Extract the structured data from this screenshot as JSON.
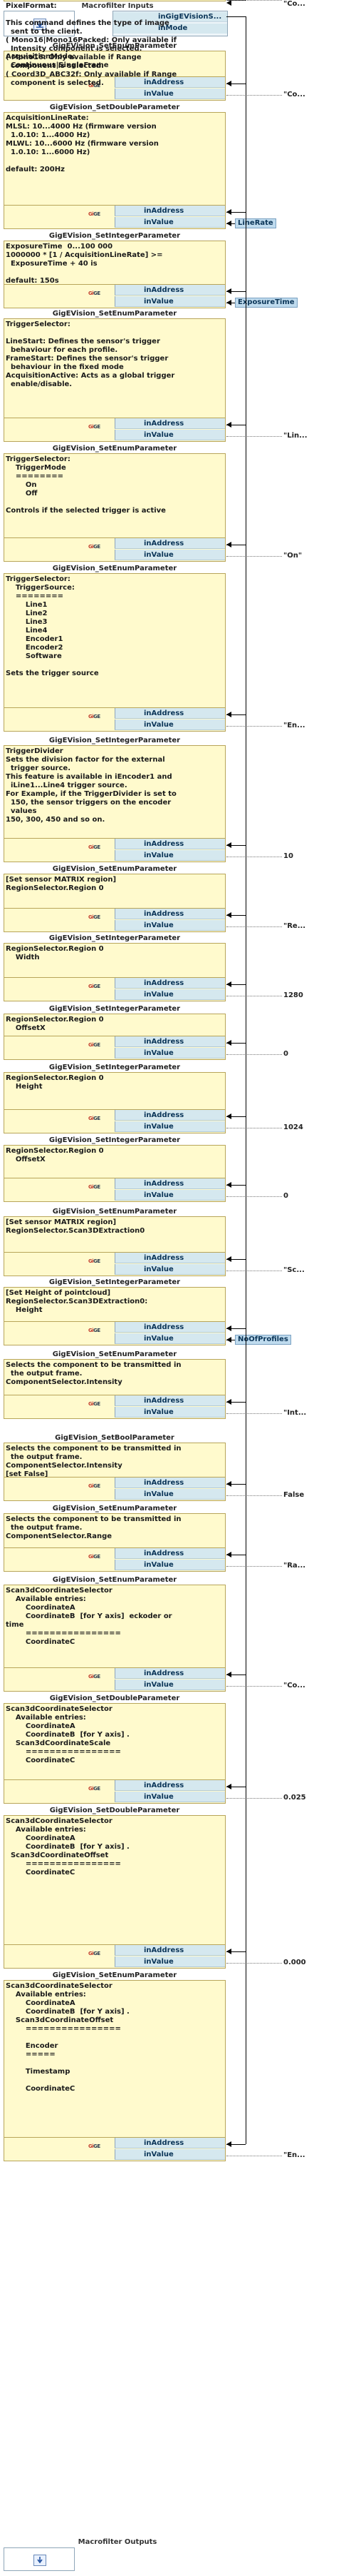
{
  "inputs": {
    "header": "Macrofilter Inputs",
    "params": [
      "inGigEVisionS...",
      "inMode"
    ]
  },
  "outputs": {
    "header": "Macrofilter Outputs"
  },
  "port_labels": {
    "in_address": "inAddress",
    "in_value": "inValue"
  },
  "logo_text": "GIGE",
  "nodes": [
    {
      "title": "GigEVision_SetEnumParameter",
      "desc": "AcquisitionMode:\n  Continuous|SingleFrame",
      "out": "\"Co..."
    },
    {
      "title": "GigEVision_SetDoubleParameter",
      "desc": "AcquisitionLineRate:\nMLSL: 10...4000 Hz (firmware version\n  1.0.10: 1...4000 Hz)\nMLWL: 10...6000 Hz (firmware version\n  1.0.10: 1...6000 Hz)\n\ndefault: 200Hz",
      "tag": "LineRate"
    },
    {
      "title": "GigEVision_SetIntegerParameter",
      "desc": "ExposureTime  0...100 000\n1000000 * [1 / AcquisitionLineRate] >=\n  ExposureTime + 40 is\n\ndefault: 150s",
      "tag": "ExposureTime"
    },
    {
      "title": "GigEVision_SetEnumParameter",
      "desc": "TriggerSelector:\n\nLineStart: Defines the sensor's trigger\n  behaviour for each profile.\nFrameStart: Defines the sensor's trigger\n  behaviour in the fixed mode\nAcquisitionActive: Acts as a global trigger\n  enable/disable.",
      "out": "\"Lin..."
    },
    {
      "title": "GigEVision_SetEnumParameter",
      "desc": "TriggerSelector:\n    TriggerMode\n    ========\n        On\n        Off\n\nControls if the selected trigger is active",
      "out": "\"On\""
    },
    {
      "title": "GigEVision_SetEnumParameter",
      "desc": "TriggerSelector:\n    TriggerSource:\n    ========\n        Line1\n        Line2\n        Line3\n        Line4\n        Encoder1\n        Encoder2\n        Software\n\nSets the trigger source",
      "out": "\"En..."
    },
    {
      "title": "GigEVision_SetIntegerParameter",
      "desc": "TriggerDivider\nSets the division factor for the external\n  trigger source.\nThis feature is available in iEncoder1 and\n  iLine1...Line4 trigger source.\nFor Example, if the TriggerDivider is set to\n  150, the sensor triggers on the encoder\n  values\n150, 300, 450 and so on.",
      "out": "10"
    },
    {
      "title": "GigEVision_SetEnumParameter",
      "desc": "[Set sensor MATRIX region]\nRegionSelector.Region 0",
      "out": "\"Re..."
    },
    {
      "title": "GigEVision_SetIntegerParameter",
      "desc": "RegionSelector.Region 0\n    Width",
      "out": "1280"
    },
    {
      "title": "GigEVision_SetIntegerParameter",
      "desc": "RegionSelector.Region 0\n    OffsetX",
      "out": "0"
    },
    {
      "title": "GigEVision_SetIntegerParameter",
      "desc": "RegionSelector.Region 0\n    Height",
      "out": "1024"
    },
    {
      "title": "GigEVision_SetIntegerParameter",
      "desc": "RegionSelector.Region 0\n    OffsetX",
      "out": "0"
    },
    {
      "title": "GigEVision_SetEnumParameter",
      "desc": "[Set sensor MATRIX region]\nRegionSelector.Scan3DExtraction0",
      "out": "\"Sc..."
    },
    {
      "title": "GigEVision_SetIntegerParameter",
      "desc": "[Set Height of pointcloud]\nRegionSelector.Scan3DExtraction0:\n    Height",
      "tag": "NoOfProfiles"
    },
    {
      "title": "GigEVision_SetEnumParameter",
      "desc": "Selects the component to be transmitted in\n  the output frame.\nComponentSelector.Intensity",
      "out": "\"Int..."
    },
    {
      "title": "GigEVision_SetBoolParameter",
      "desc": "Selects the component to be transmitted in\n  the output frame.\nComponentSelector.Intensity\n[set False]",
      "out": "False"
    },
    {
      "title": "GigEVision_SetEnumParameter",
      "desc": "Selects the component to be transmitted in\n  the output frame.\nComponentSelector.Range",
      "out": "\"Ra..."
    },
    {
      "title": "GigEVision_SetEnumParameter",
      "desc": "Scan3dCoordinateSelector\n    Available entries:\n        CoordinateA\n        CoordinateB  [for Y axis]  eckoder or\ntime\n        ================\n        CoordinateC",
      "out": "\"Co..."
    },
    {
      "title": "GigEVision_SetDoubleParameter",
      "desc": "Scan3dCoordinateSelector\n    Available entries:\n        CoordinateA\n        CoordinateB  [for Y axis] .\n    Scan3dCoordinateScale\n        ================\n        CoordinateC",
      "out": "0.025"
    },
    {
      "title": "GigEVision_SetDoubleParameter",
      "desc": "Scan3dCoordinateSelector\n    Available entries:\n        CoordinateA\n        CoordinateB  [for Y axis] .\n  Scan3dCoordinateOffset\n        ================\n        CoordinateC",
      "out": "0.000"
    },
    {
      "title": "GigEVision_SetEnumParameter",
      "desc": "Scan3dCoordinateSelector\n    Available entries:\n        CoordinateA\n        CoordinateB  [for Y axis] .\n    Scan3dCoordinateOffset\n        ================\n\n        Encoder\n        =====\n\n        Timestamp\n\n        CoordinateC",
      "out": "\"En..."
    },
    {
      "title": "GigEVision_SetEnumParameter",
      "desc": "PixelFormat:\n\nThis command defines the type of image\n  sent to the client.\n( Mono16|Mono16Packed: Only available if\n  Intensity component is selected.\n( Mono16: Only available if Range\n  component is selected.\n( Coord3D_ABC32f: Only available if Range\n  component is selected.",
      "out": "\"Co..."
    }
  ]
}
